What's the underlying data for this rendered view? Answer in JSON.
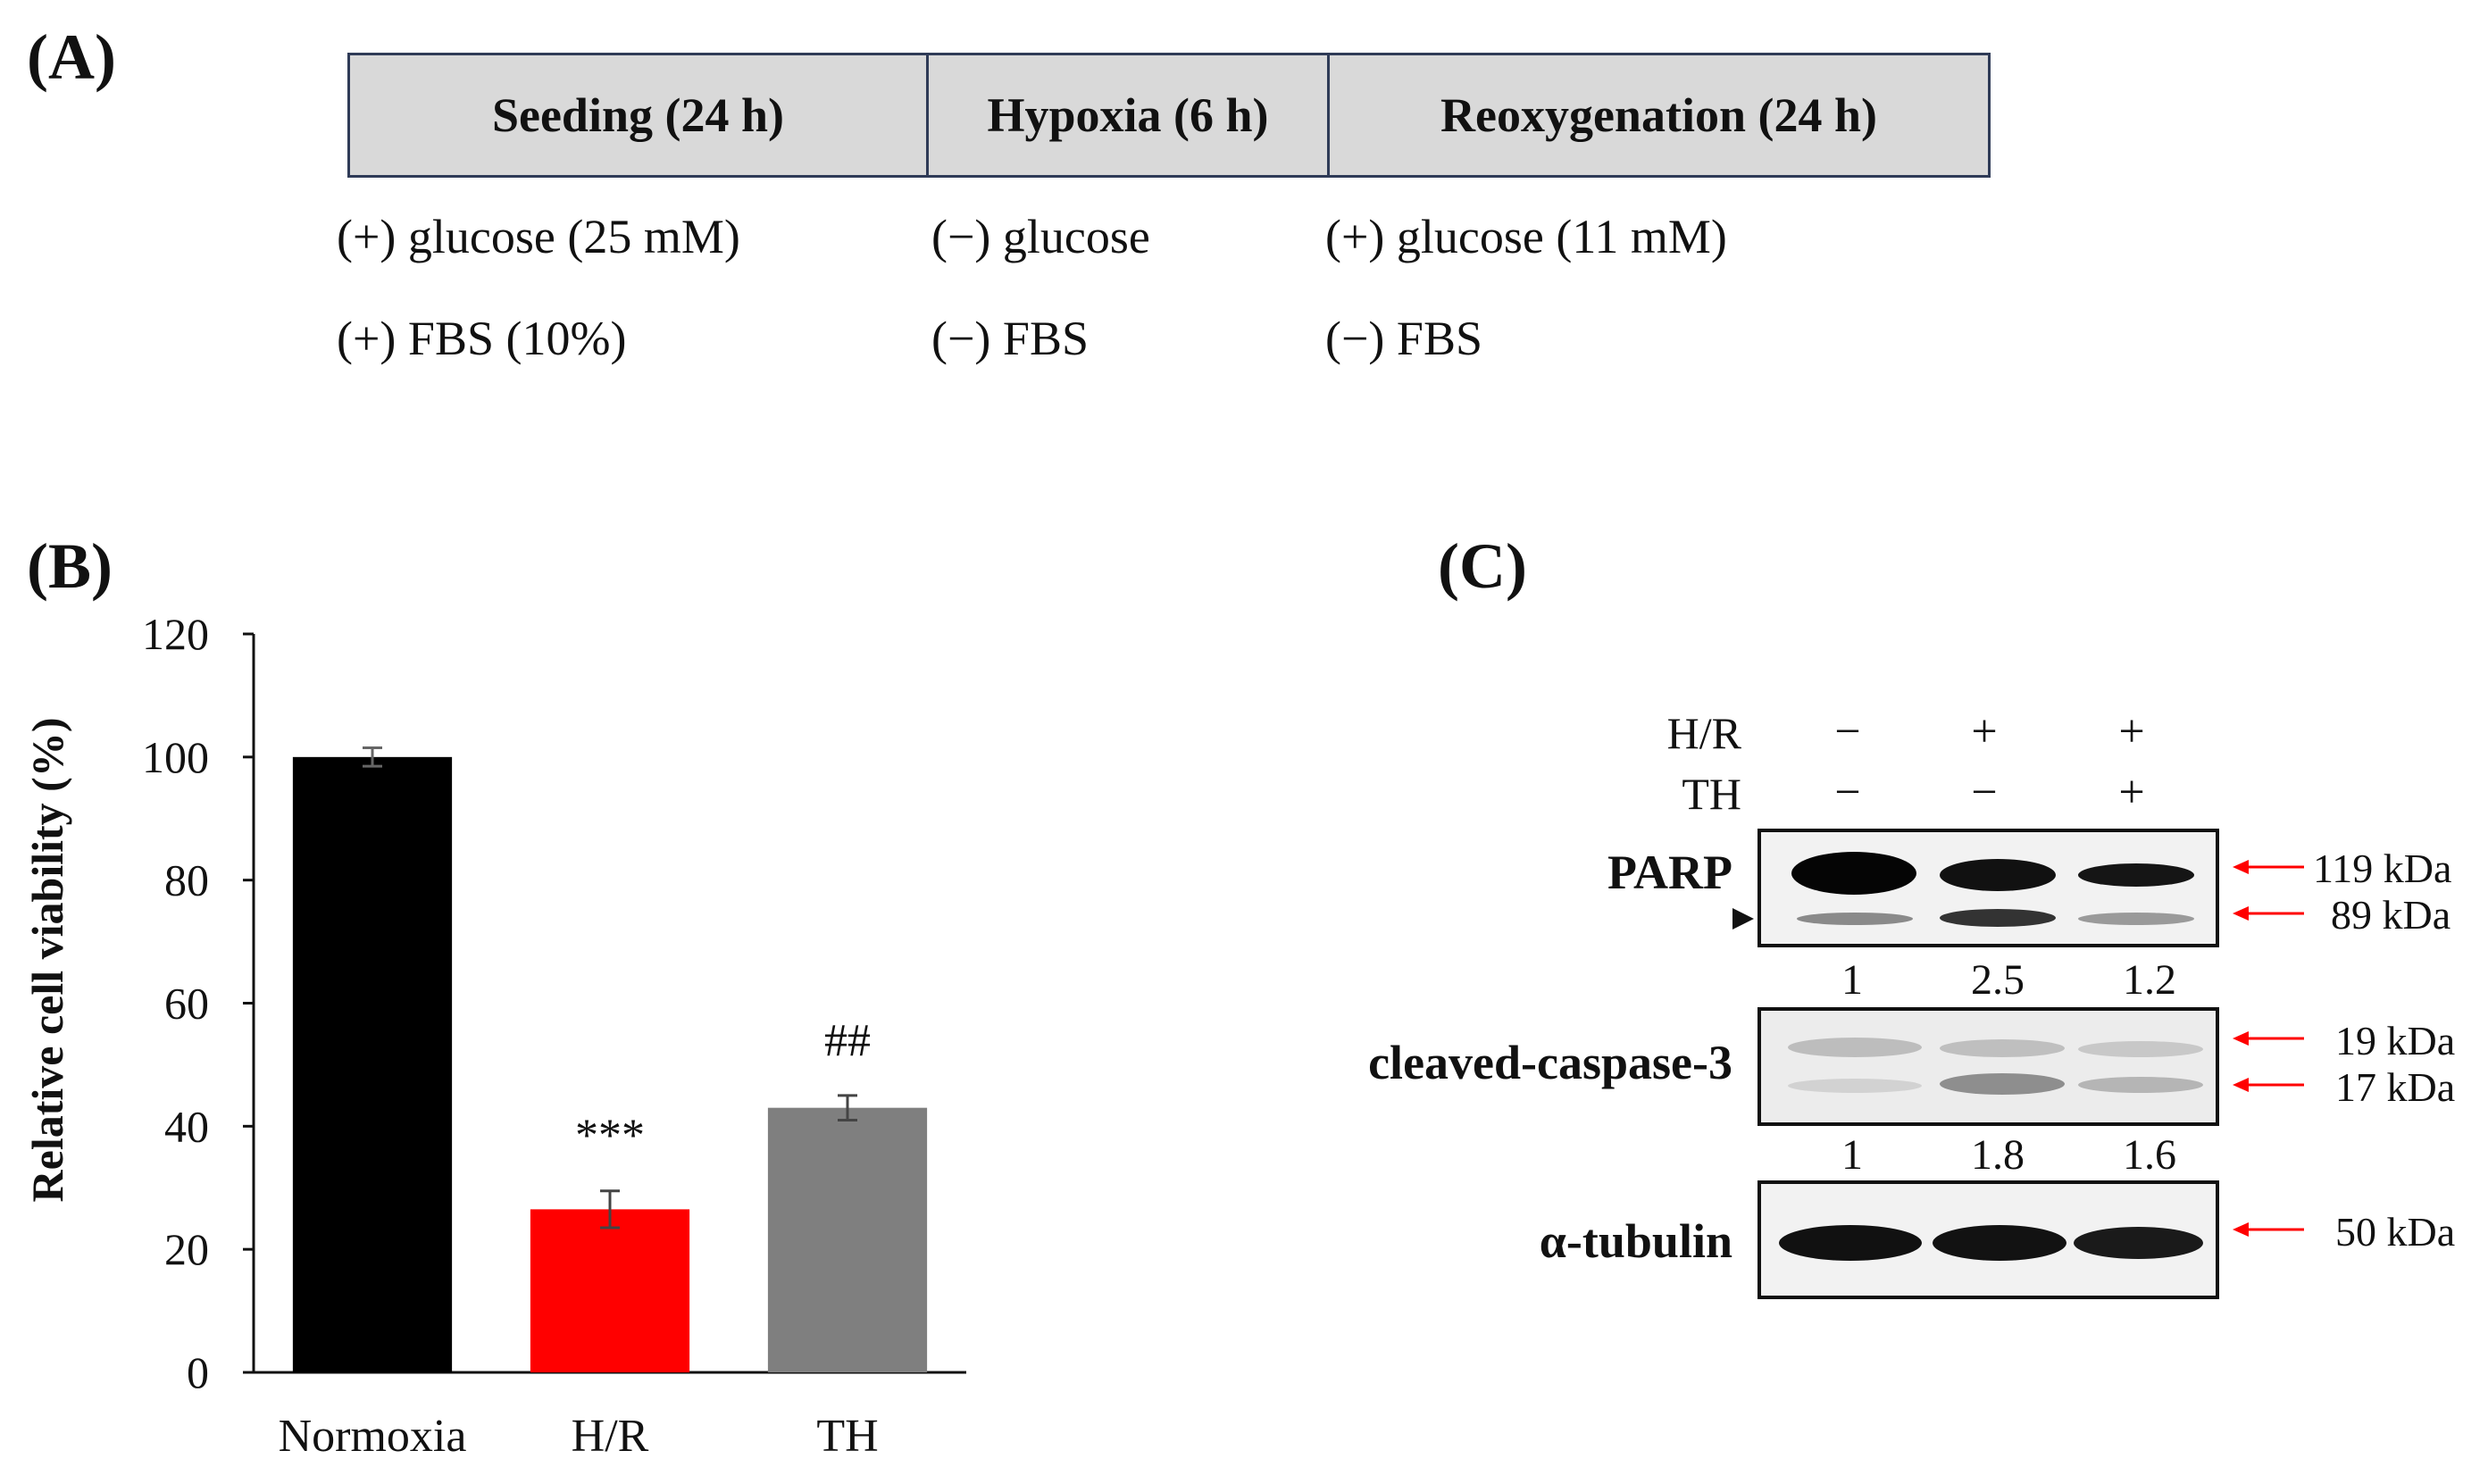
{
  "panel_a": {
    "label": "(A)",
    "stages": [
      {
        "title": "Seeding (24 h)",
        "glucose": "(+) glucose  (25 mM)",
        "fbs": "(+) FBS (10%)"
      },
      {
        "title": "Hypoxia  (6 h)",
        "glucose": "(−) glucose",
        "fbs": "(−) FBS"
      },
      {
        "title": "Reoxygenation  (24 h)",
        "glucose": "(+) glucose  (11 mM)",
        "fbs": "(−) FBS"
      }
    ],
    "colors": {
      "box_fill": "#d9d9d9",
      "box_border": "#2f3b57"
    }
  },
  "panel_b": {
    "label": "(B)",
    "chart_data": {
      "type": "bar",
      "categories": [
        "Normoxia",
        "H/R",
        "TH"
      ],
      "values": [
        100,
        26.5,
        43
      ],
      "errors": [
        1.5,
        3,
        2
      ],
      "annotations": [
        "",
        "***",
        "##"
      ],
      "colors": [
        "#000000",
        "#ff0000",
        "#7f7f7f"
      ],
      "ylabel": "Relative cell viability (%)",
      "ylim": [
        0,
        120
      ],
      "yticks": [
        "0",
        "20",
        "40",
        "60",
        "80",
        "100",
        "120"
      ],
      "grid": false
    }
  },
  "panel_c": {
    "label": "(C)",
    "conditions": [
      {
        "name": "H/R",
        "signs": [
          "−",
          "+",
          "+"
        ]
      },
      {
        "name": "TH",
        "signs": [
          "−",
          "−",
          "+"
        ]
      }
    ],
    "blots": [
      {
        "protein": "PARP",
        "quant": [
          "1",
          "2.5",
          "1.2"
        ],
        "markers": [
          "119 kDa",
          "89 kDa"
        ]
      },
      {
        "protein": "cleaved-caspase-3",
        "quant": [
          "1",
          "1.8",
          "1.6"
        ],
        "markers": [
          "19 kDa",
          "17 kDa"
        ]
      },
      {
        "protein": "α-tubulin",
        "quant": [],
        "markers": [
          "50 kDa"
        ]
      }
    ],
    "colors": {
      "marker_arrow": "#ff0000"
    }
  }
}
